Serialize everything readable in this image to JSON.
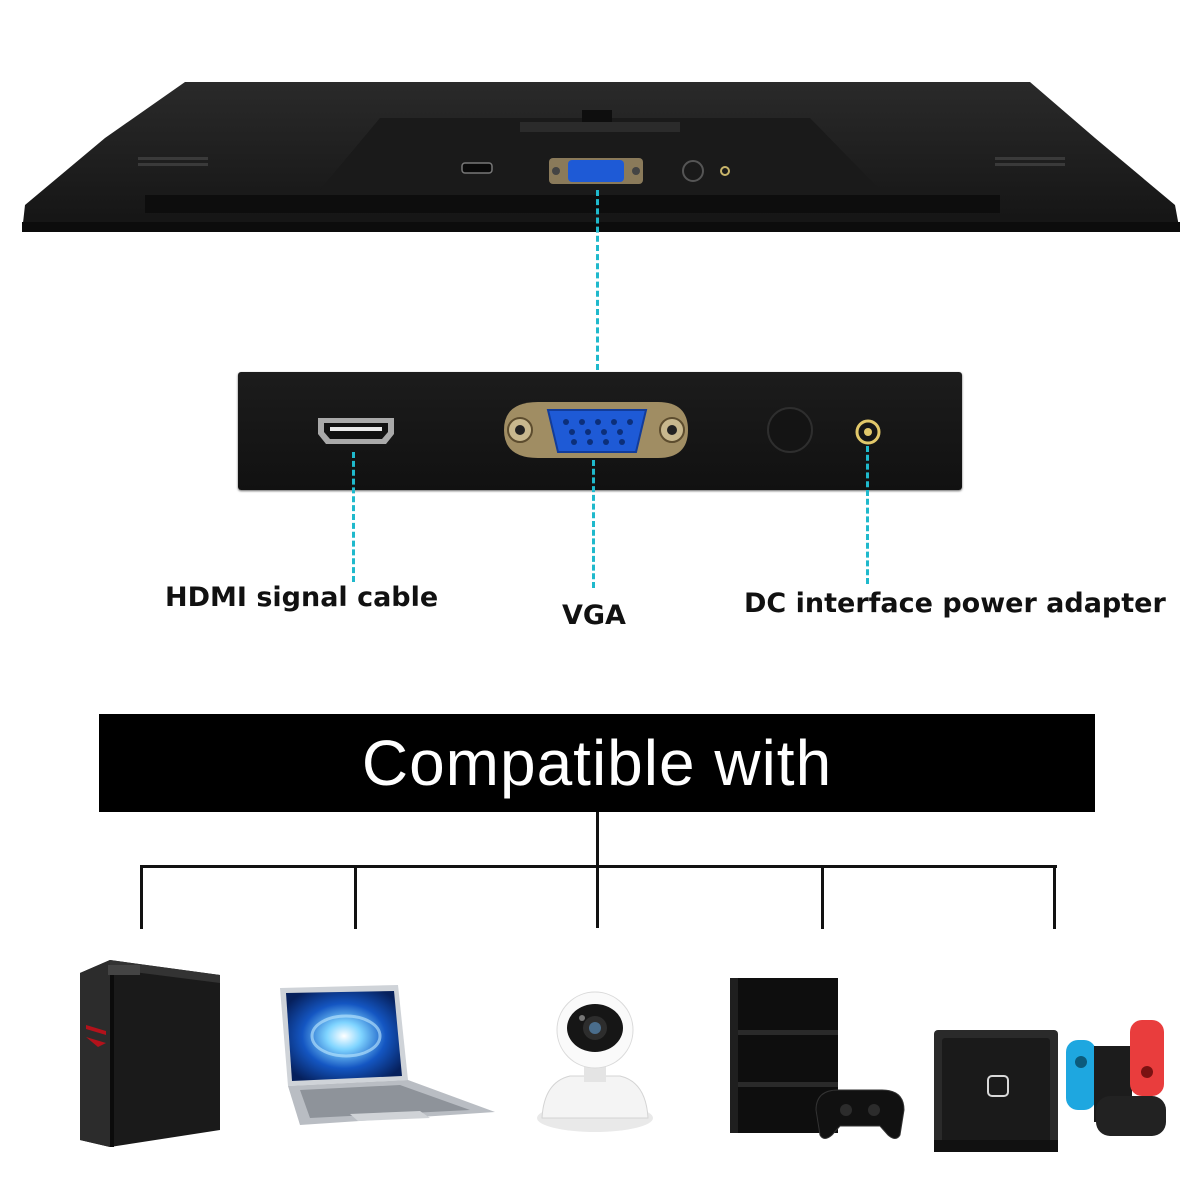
{
  "ports": {
    "hdmi_label": "HDMI signal cable",
    "vga_label": "VGA",
    "dc_label": "DC interface power adapter"
  },
  "compatibility": {
    "heading": "Compatible with",
    "devices": [
      {
        "name": "desktop-pc"
      },
      {
        "name": "laptop"
      },
      {
        "name": "security-camera"
      },
      {
        "name": "game-console"
      },
      {
        "name": "handheld-console"
      }
    ]
  },
  "colors": {
    "accent_dash": "#1fb9cc",
    "vga_blue": "#1e5ad6",
    "banner_bg": "#000000"
  }
}
